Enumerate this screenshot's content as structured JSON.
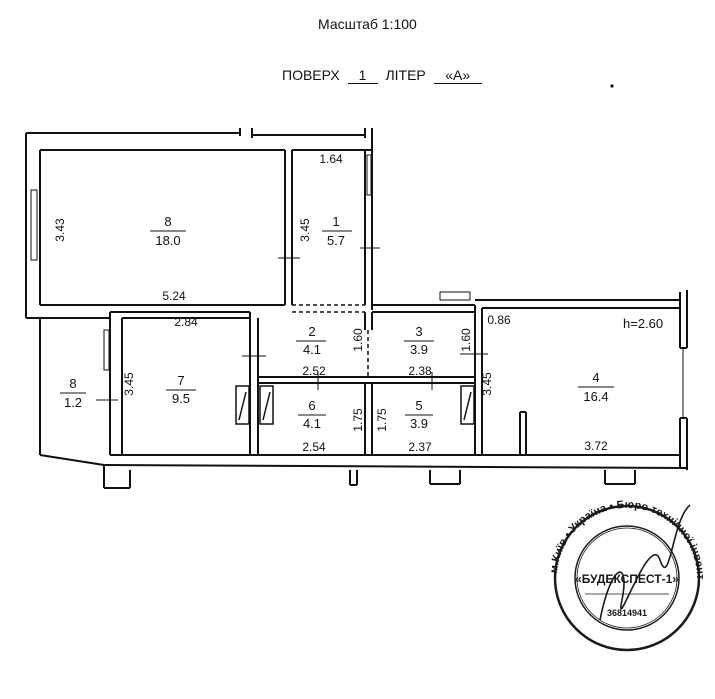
{
  "scale_label": "Масштаб 1:100",
  "floor_label": "ПОВЕРХ",
  "floor_value": "1",
  "liter_label": "ЛІТЕР",
  "liter_value": "«А»",
  "height_note": "h=2.60",
  "rooms": [
    {
      "id": "8",
      "area": "18.0"
    },
    {
      "id": "1",
      "area": "5.7"
    },
    {
      "id": "2",
      "area": "4.1"
    },
    {
      "id": "3",
      "area": "3.9"
    },
    {
      "id": "4",
      "area": "16.4"
    },
    {
      "id": "7",
      "area": "9.5"
    },
    {
      "id": "8",
      "area": "1.2"
    },
    {
      "id": "6",
      "area": "4.1"
    },
    {
      "id": "5",
      "area": "3.9"
    }
  ],
  "dimensions": [
    "3.43",
    "1.64",
    "3.45",
    "5.24",
    "2.84",
    "1.60",
    "1.60",
    "0.86",
    "2.52",
    "2.38",
    "3.45",
    "3.45",
    "1.75",
    "1.75",
    "2.54",
    "2.37",
    "3.72"
  ],
  "stamp": {
    "outer_text": "м.Київ • Україна • Бюро технічної інвентаризації",
    "inner_text": "«БУДЕКСПЕСТ-1»",
    "code": "36814941"
  }
}
